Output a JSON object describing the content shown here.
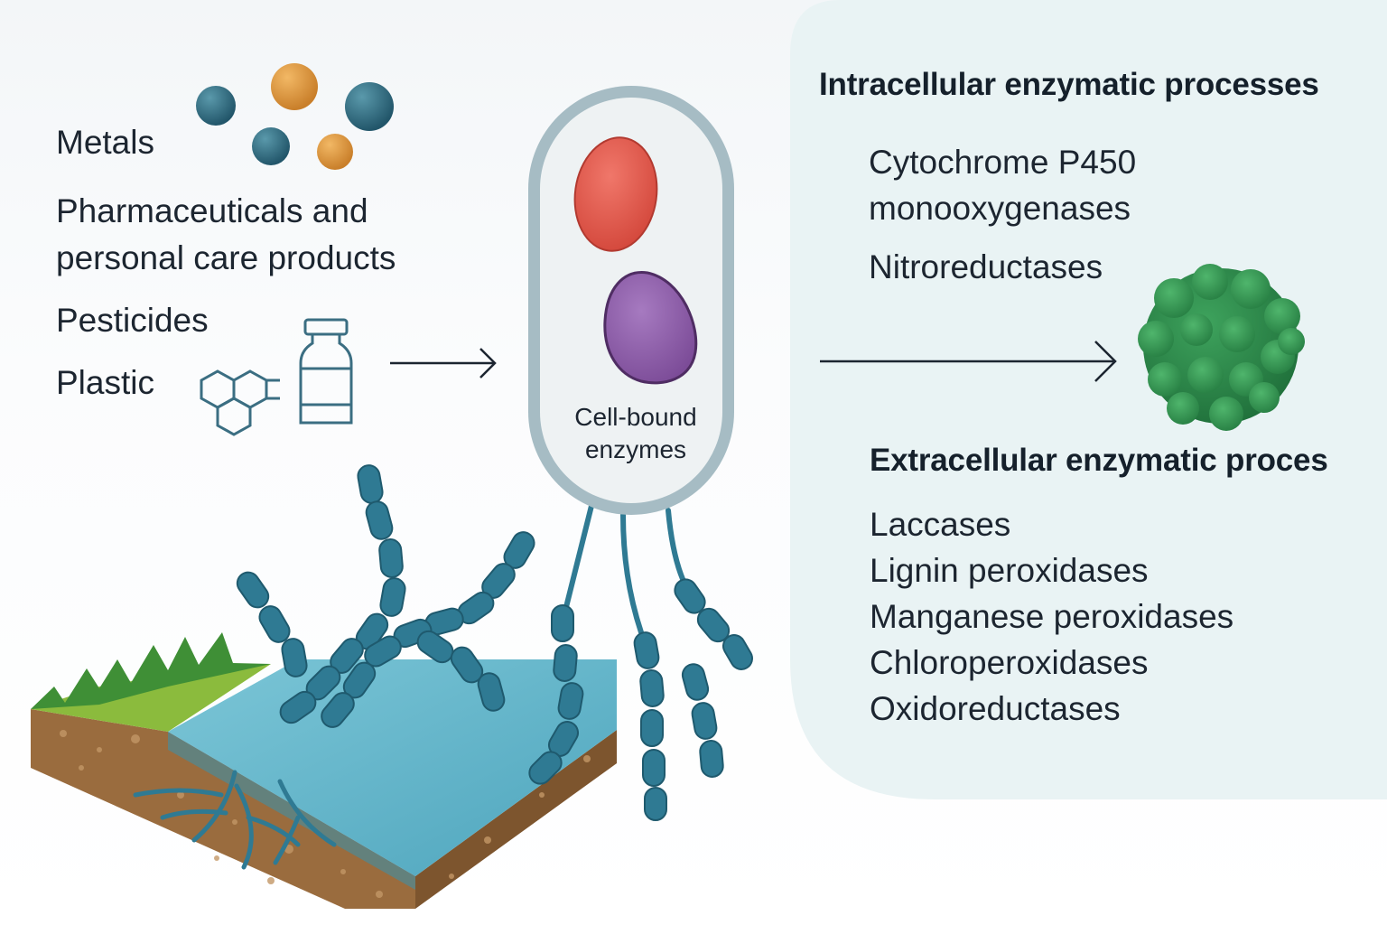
{
  "pollutants": {
    "metals": "Metals",
    "pharma_line1": "Pharmaceuticals and",
    "pharma_line2": "personal care products",
    "pesticides": "Pesticides",
    "plastic": "Plastic"
  },
  "cell": {
    "label_line1": "Cell-bound",
    "label_line2": "enzymes"
  },
  "intracellular": {
    "title": "Intracellular enzymatic processes",
    "item1_line1": "Cytochrome P450",
    "item1_line2": "monooxygenases",
    "item2": "Nitroreductases"
  },
  "extracellular": {
    "title": "Extracellular enzymatic proces",
    "items": [
      "Laccases",
      "Lignin peroxidases",
      "Manganese peroxidases",
      "Chloroperoxidases",
      "Oxidoreductases"
    ]
  },
  "colors": {
    "panel": "#e9f3f4",
    "teal_sphere": "#2f6e82",
    "orange_sphere": "#e0963c",
    "red_enzyme": "#e2574a",
    "purple_enzyme": "#8a5aa3",
    "cell_wall": "#a6bcc4",
    "filament": "#2f7a93",
    "water": "#5fb3c9",
    "soil": "#9a6c3e",
    "grass": "#4f9a3a",
    "cluster": "#2f8a4a"
  }
}
